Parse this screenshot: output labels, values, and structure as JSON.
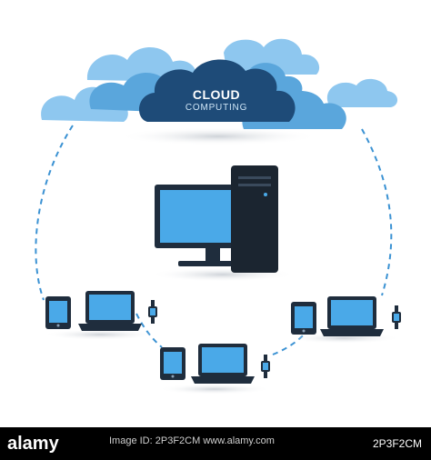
{
  "cloud": {
    "title": "CLOUD",
    "subtitle": "COMPUTING"
  },
  "stock_bar": {
    "logo": "alamy",
    "line": "Image ID: 2P3F2CM www.alamy.com",
    "image_id": "2P3F2CM"
  },
  "colors": {
    "cloud_light": "#8ec7ef",
    "cloud_mid": "#5aa6dc",
    "cloud_dark": "#1e4b78",
    "connector_dash": "#3b92d3",
    "device_body": "#1f2d3d",
    "screen": "#4aa9e8"
  },
  "icons": [
    "cloud-icon",
    "desktop-computer-icon",
    "tablet-icon",
    "laptop-icon",
    "smartwatch-icon"
  ]
}
